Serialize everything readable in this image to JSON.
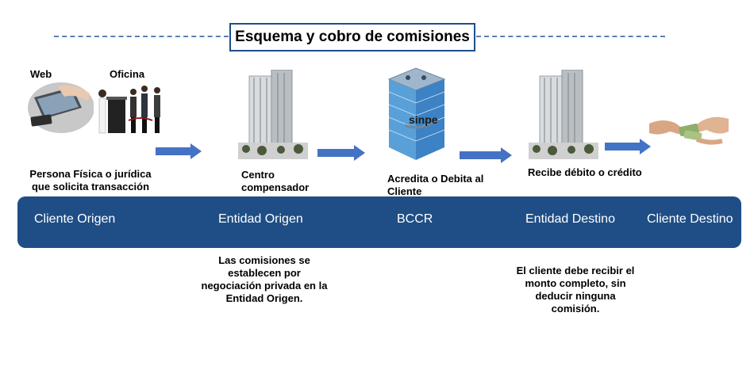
{
  "title": "Esquema y cobro de comisiones",
  "top_labels": {
    "web": "Web",
    "oficina": "Oficina"
  },
  "nodes": {
    "sinpe_label": "sinpe"
  },
  "descriptions": {
    "persona": [
      "Persona Física o jurídica",
      "que solicita transacción"
    ],
    "centro": [
      "Centro",
      "compensador"
    ],
    "acredita": [
      "Acredita o Debita al",
      "Cliente"
    ],
    "recibe": [
      "Recibe débito o crédito"
    ]
  },
  "band": {
    "color": "#1f4e86",
    "items": [
      "Cliente Origen",
      "Entidad Origen",
      "BCCR",
      "Entidad Destino",
      "Cliente Destino"
    ]
  },
  "notes": {
    "origen": [
      "Las comisiones se",
      "establecen por",
      "negociación privada en la",
      "Entidad Origen."
    ],
    "destino": [
      "El cliente debe recibir el",
      "monto completo, sin",
      "deducir ninguna",
      "comisión."
    ]
  },
  "colors": {
    "arrow": "#4472c4",
    "title_border": "#1f4e8c",
    "dash": "#5b7fb5"
  }
}
